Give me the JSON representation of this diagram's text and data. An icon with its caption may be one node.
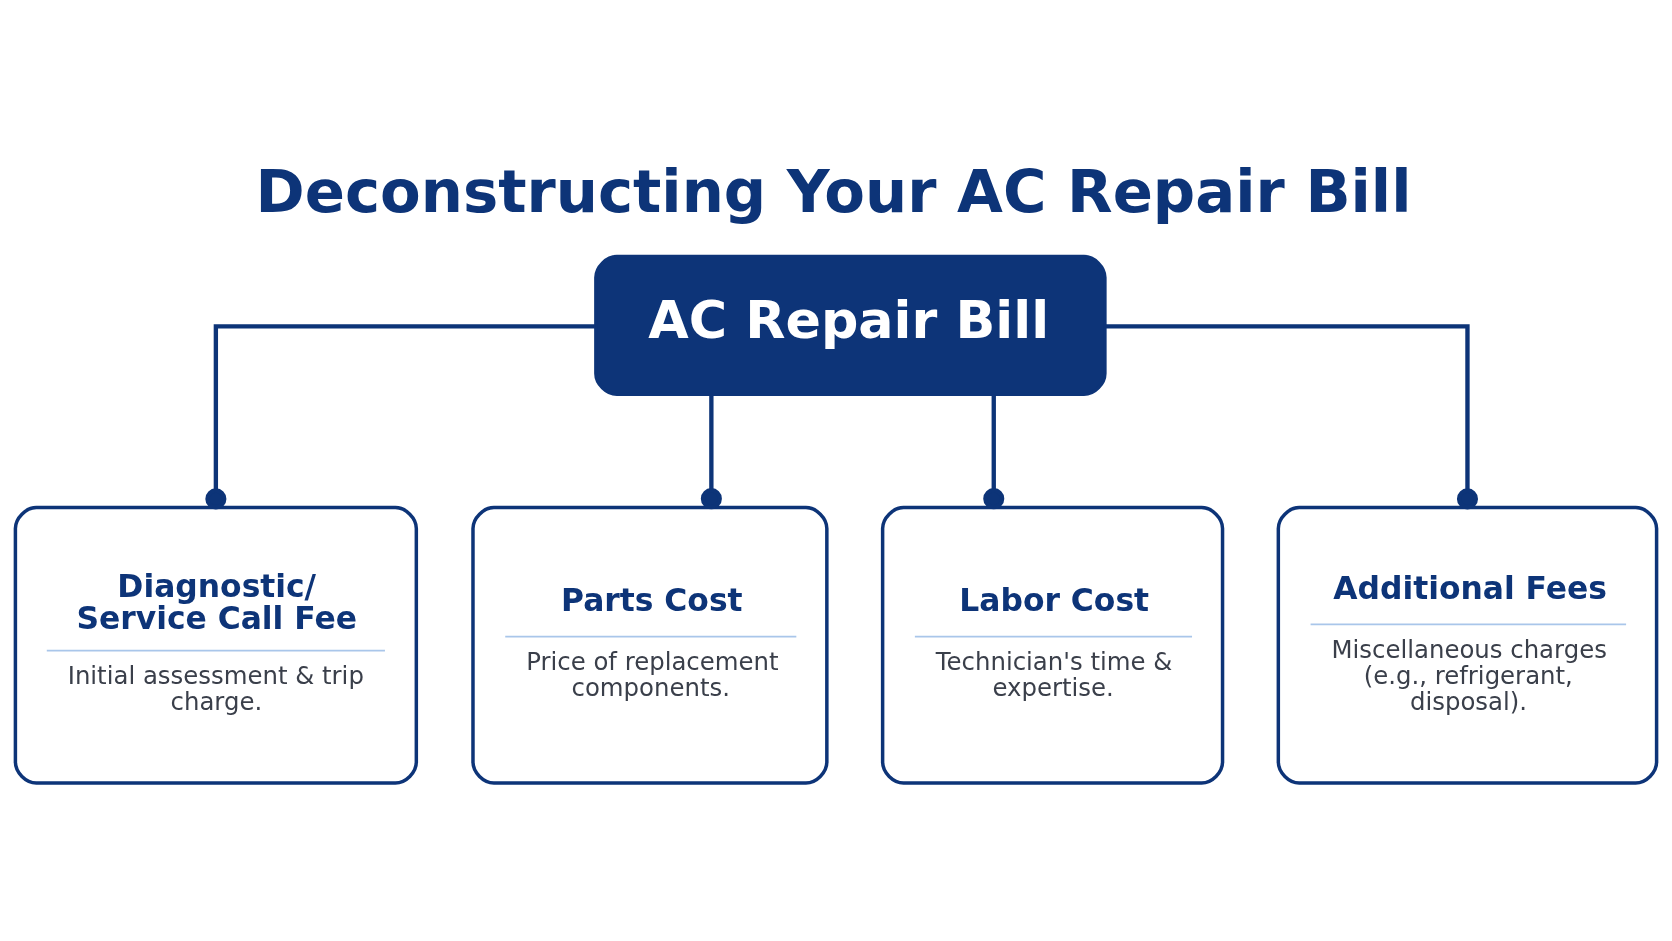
{
  "diagram": {
    "title": "Deconstructing Your AC Repair Bill",
    "nodes": [
      {
        "text": [
          "AC Repair Bill"
        ]
      },
      {
        "text": [
          "Diagnostic/ Service Call Fee",
          "Initial assessment & trip charge."
        ]
      },
      {
        "text": [
          "Parts Cost",
          "Price of replacement components."
        ]
      },
      {
        "text": [
          "Labor Cost",
          "Technician's time & expertise."
        ]
      },
      {
        "text": [
          "Additional Fees",
          "Miscellaneous charges (e.g., refrigerant, disposal)."
        ]
      }
    ],
    "edges": [
      {
        "from": 0,
        "to": 1,
        "arrow": "other"
      },
      {
        "from": 0,
        "to": 2,
        "arrow": "other"
      },
      {
        "from": 0,
        "to": 3,
        "arrow": "other"
      },
      {
        "from": 0,
        "to": 4,
        "arrow": "other"
      }
    ]
  }
}
